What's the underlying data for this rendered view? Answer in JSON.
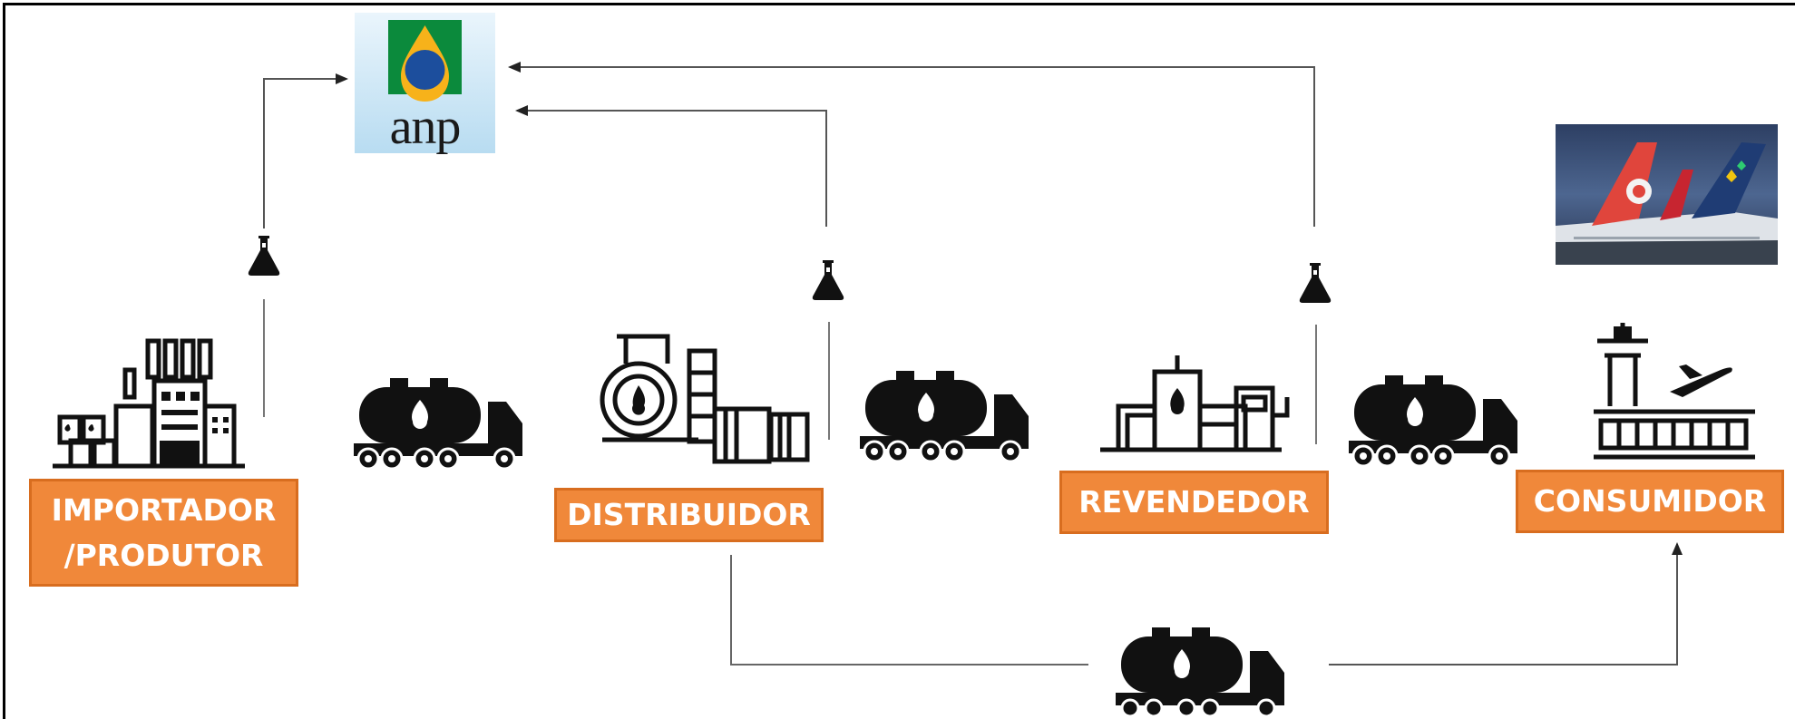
{
  "regulator": {
    "logo_text": "anp",
    "colors": {
      "green": "#0b8a3c",
      "yellow": "#f7b21a",
      "blue": "#1c4e9d",
      "sky": "#c9e6f7"
    }
  },
  "actors": {
    "importador": {
      "line1": "IMPORTADOR",
      "line2": "/PRODUTOR"
    },
    "distribuidor": {
      "label": "DISTRIBUIDOR"
    },
    "revendedor": {
      "label": "REVENDEDOR"
    },
    "consumidor": {
      "label": "CONSUMIDOR"
    }
  },
  "icons": {
    "importador": "refinery-icon",
    "distribuidor": "fuel-storage-icon",
    "revendedor": "fuel-station-icon",
    "consumidor": "airport-icon",
    "transport": "tanker-truck-icon",
    "sampling": "flask-icon",
    "consumer_photo": "airplanes-photo"
  },
  "colors": {
    "label_fill": "#f0883a",
    "label_border": "#d86d1f",
    "line": "#555555",
    "icon": "#111111"
  }
}
